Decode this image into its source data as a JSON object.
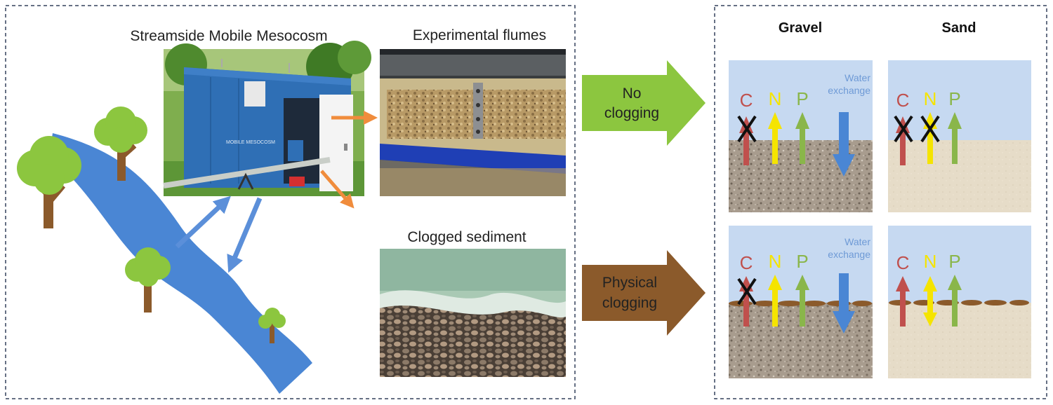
{
  "left_panel": {
    "mesocosm_title": "Streamside Mobile Mesocosm",
    "flumes_title": "Experimental flumes",
    "clogged_title": "Clogged sediment",
    "container_sign": "MOBILE MESOCOSM"
  },
  "arrows": {
    "no_clogging": {
      "line1": "No",
      "line2": "clogging",
      "color": "#8cc63f"
    },
    "physical_clogging": {
      "line1": "Physical",
      "line2": "clogging",
      "color": "#8b5a2b"
    }
  },
  "right_panel": {
    "col_gravel": "Gravel",
    "col_sand": "Sand",
    "water_exchange_1": {
      "line1": "Water",
      "line2": "exchange"
    },
    "water_exchange_2": {
      "line1": "Water",
      "line2": "exchange"
    },
    "nutrients": {
      "c": "C",
      "n": "N",
      "p": "P"
    },
    "colors": {
      "c": "#c0504d",
      "n": "#f5e400",
      "p": "#8ab64a",
      "water": "#4a86d4",
      "sky": "#c6d9f1"
    }
  }
}
